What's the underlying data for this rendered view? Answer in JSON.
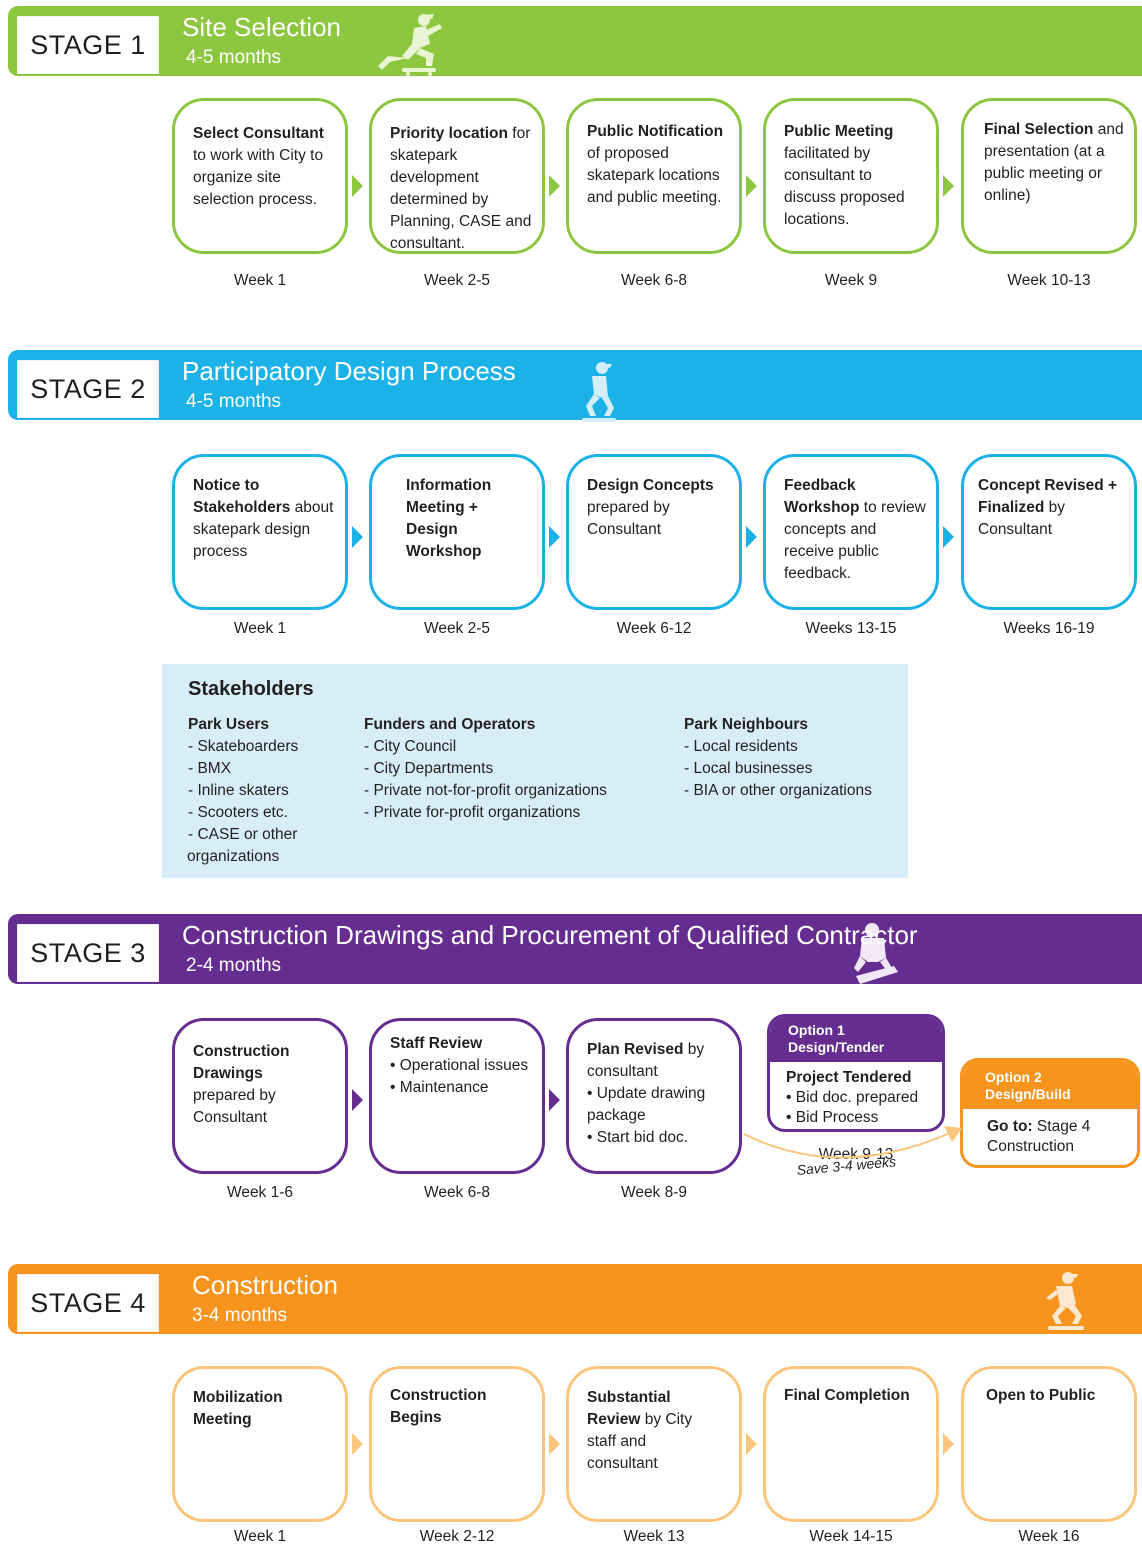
{
  "colors": {
    "stage1": "#8dc63f",
    "stage2": "#1bb2e8",
    "stage3": "#662d91",
    "stage4": "#f7941d",
    "stakeholder_bg": "#d7eef9"
  },
  "stages": [
    {
      "label": "STAGE 1",
      "title": "Site Selection",
      "duration": "4-5 months",
      "steps": [
        {
          "bold": "Select Consultant",
          "text": " to work with City to organize site selection process.",
          "week": "Week 1"
        },
        {
          "bold": "Priority location",
          "text": " for skatepark development determined by Planning, CASE and consultant.",
          "week": "Week 2-5"
        },
        {
          "bold": "Public Notification",
          "text": " of proposed skatepark locations and public meeting.",
          "week": "Week 6-8"
        },
        {
          "bold": "Public Meeting",
          "text": " facilitated by consultant to discuss proposed locations.",
          "week": "Week 9"
        },
        {
          "bold": "Final Selection",
          "text": " and presentation (at a public meeting or online)",
          "week": "Week 10-13"
        }
      ]
    },
    {
      "label": "STAGE 2",
      "title": "Participatory Design Process",
      "duration": "4-5 months",
      "steps": [
        {
          "bold": "Notice to Stakeholders",
          "text": " about skatepark design process",
          "week": "Week 1"
        },
        {
          "bold": "Information Meeting + Design Workshop",
          "text": "",
          "week": "Week 2-5"
        },
        {
          "bold": "Design Concepts",
          "text": " prepared by Consultant",
          "week": "Week 6-12"
        },
        {
          "bold": "Feedback Workshop",
          "text": " to review concepts and receive public feedback.",
          "week": "Weeks 13-15"
        },
        {
          "bold": "Concept Revised + Finalized",
          "text": " by Consultant",
          "week": "Weeks 16-19"
        }
      ]
    },
    {
      "label": "STAGE 3",
      "title": "Construction Drawings and Procurement of Qualified Contractor",
      "duration": "2-4 months",
      "steps": [
        {
          "bold": "Construction Drawings",
          "text": " prepared by Consultant",
          "week": "Week 1-6"
        },
        {
          "bold": "Staff Review",
          "text": "",
          "bullets": [
            "• Operational issues",
            "• Maintenance"
          ],
          "week": "Week 6-8"
        },
        {
          "bold": "Plan Revised",
          "text": " by consultant",
          "bullets": [
            "• Update drawing package",
            "• Start bid doc."
          ],
          "week": "Week 8-9"
        }
      ],
      "option1": {
        "header_line1": "Option 1",
        "header_line2": "Design/Tender",
        "bold": "Project Tendered",
        "bullets": [
          "• Bid doc. prepared",
          "• Bid Process"
        ],
        "week": "Week 9-13"
      },
      "option2": {
        "header_line1": "Option 2",
        "header_line2": "Design/Build",
        "bold": "Go to:",
        "text": " Stage 4 Construction"
      },
      "save_note": "Save 3-4 weeks"
    },
    {
      "label": "STAGE 4",
      "title": "Construction",
      "duration": "3-4 months",
      "steps": [
        {
          "bold": "Mobilization Meeting",
          "text": "",
          "week": "Week 1"
        },
        {
          "bold": "Construction Begins",
          "text": "",
          "week": "Week 2-12"
        },
        {
          "bold": "Substantial Review",
          "text": " by City staff and consultant",
          "week": "Week 13"
        },
        {
          "bold": "Final Completion",
          "text": "",
          "week": "Week 14-15"
        },
        {
          "bold": "Open to Public",
          "text": "",
          "week": "Week 16"
        }
      ]
    }
  ],
  "stakeholders": {
    "title": "Stakeholders",
    "groups": [
      {
        "heading": "Park Users",
        "items": [
          "- Skateboarders",
          "- BMX",
          "- Inline skaters",
          "- Scooters etc.",
          "- CASE or other",
          "organizations"
        ]
      },
      {
        "heading": "Funders and Operators",
        "items": [
          "- City Council",
          "- City Departments",
          "- Private not-for-profit organizations",
          "- Private for-profit organizations"
        ]
      },
      {
        "heading": "Park Neighbours",
        "items": [
          "- Local residents",
          "- Local businesses",
          "- BIA or other organizations"
        ]
      }
    ]
  }
}
